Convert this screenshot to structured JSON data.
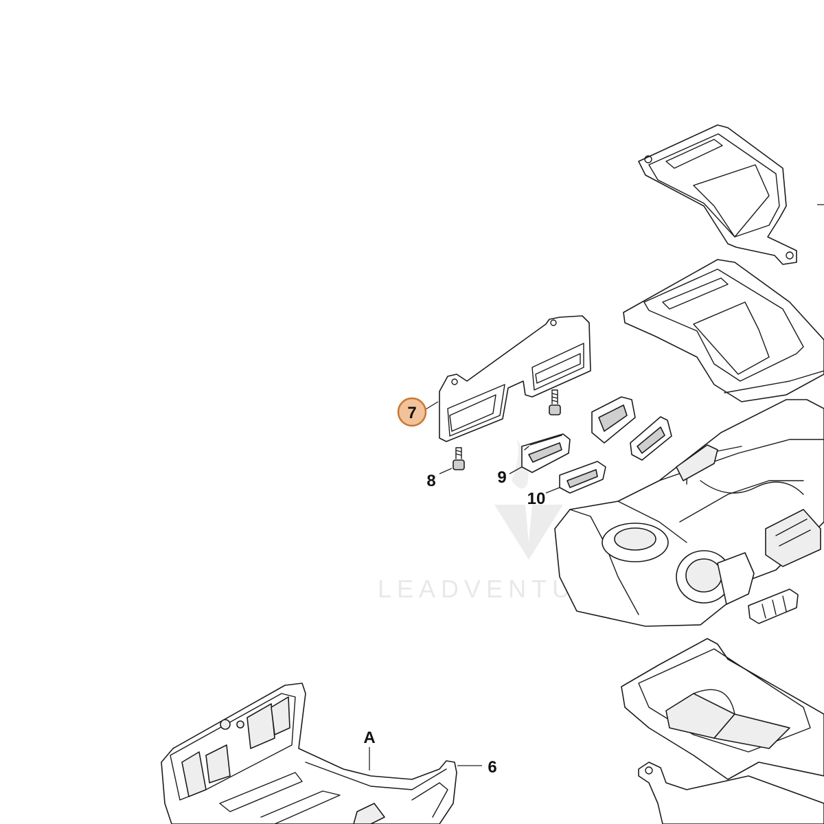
{
  "callouts": {
    "part_7": "7",
    "part_8": "8",
    "part_9": "9",
    "part_10": "10",
    "part_6": "6",
    "view_a": "A"
  },
  "highlight": {
    "selected_part": "7",
    "fill_color": "#f2c29a",
    "stroke_color": "#c9772f"
  },
  "watermark": {
    "text": "LEADVENTURE"
  }
}
